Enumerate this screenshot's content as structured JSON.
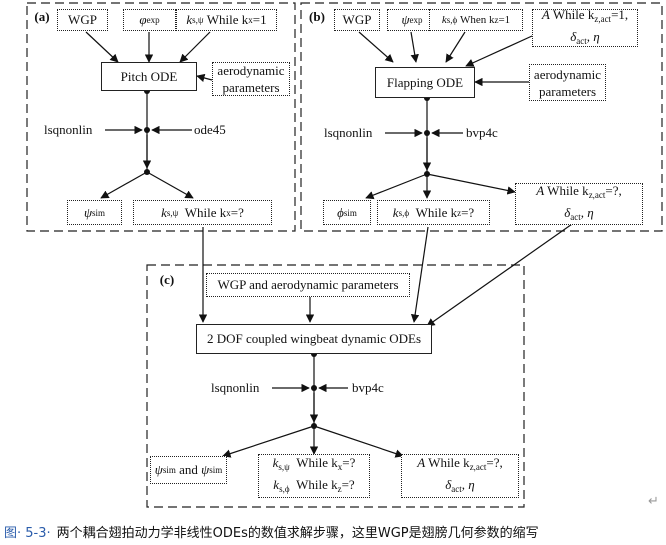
{
  "panels": {
    "a": {
      "tag": "(a)",
      "inputs": [
        "WGP",
        "φ",
        "exp",
        "k",
        "s,ψ",
        "While k",
        "x",
        "=1"
      ],
      "core": "Pitch ODE",
      "aero": [
        "aerodynamic",
        "parameters"
      ],
      "solver_left": "lsqnonlin",
      "solver_right": "ode45",
      "out_psi": "ψ",
      "out_psi_sub": "sim",
      "out_k": "k",
      "out_k_sub": "s,ψ",
      "out_k_while": "While k",
      "out_k_cond": "x",
      "out_k_end": "=?"
    },
    "b": {
      "tag": "(b)",
      "in1": "WGP",
      "in2_sym": "ψ",
      "in2_sub": "exp",
      "in3_sym": "k",
      "in3_sub": "s,ϕ",
      "in3_when": "When k",
      "in3_cond": "z",
      "in3_end": "=1",
      "in4_line1_a": "A",
      "in4_line1_b": "While k",
      "in4_line1_sub": "z,act",
      "in4_line1_end": "=1,",
      "in4_line2_a": "δ",
      "in4_line2_sub": "act",
      "in4_line2_b": ", η",
      "core": "Flapping ODE",
      "aero": [
        "aerodynamic",
        "parameters"
      ],
      "solver_left": "lsqnonlin",
      "solver_right": "bvp4c",
      "out1_sym": "ϕ",
      "out1_sub": "sim",
      "out2_sym": "k",
      "out2_sub": "s,ϕ",
      "out2_while": "While k",
      "out2_cond": "z",
      "out2_end": "=?",
      "out3_line1_a": "A",
      "out3_line1_b": "While k",
      "out3_line1_sub": "z,act",
      "out3_line1_end": "=?,",
      "out3_line2_a": "δ",
      "out3_line2_sub": "act",
      "out3_line2_b": ", η"
    },
    "c": {
      "tag": "(c)",
      "inputs": "WGP and aerodynamic parameters",
      "core": "2 DOF coupled wingbeat dynamic ODEs",
      "solver_left": "lsqnonlin",
      "solver_right": "bvp4c",
      "out1_a": "ψ",
      "out1_a_sub": "sim",
      "out1_and": "and",
      "out1_b": "ψ",
      "out1_b_sub": "sim",
      "out2_l1_sym": "k",
      "out2_l1_sub": "s,ψ",
      "out2_l1_while": "While k",
      "out2_l1_cond": "x",
      "out2_l1_end": "=?",
      "out2_l2_sym": "k",
      "out2_l2_sub": "s,ϕ",
      "out2_l2_while": "While k",
      "out2_l2_cond": "z",
      "out2_l2_end": "=?",
      "out3_line1_a": "A",
      "out3_line1_b": "While k",
      "out3_line1_sub": "z,act",
      "out3_line1_end": "=?,",
      "out3_line2_a": "δ",
      "out3_line2_sub": "act",
      "out3_line2_b": ", η"
    }
  },
  "caption": {
    "label": "图· 5-3·",
    "text": "两个耦合翅拍动力学非线性ODEs的数值求解步骤，这里WGP是翅膀几何参数的缩写"
  },
  "return_mark": "↵"
}
